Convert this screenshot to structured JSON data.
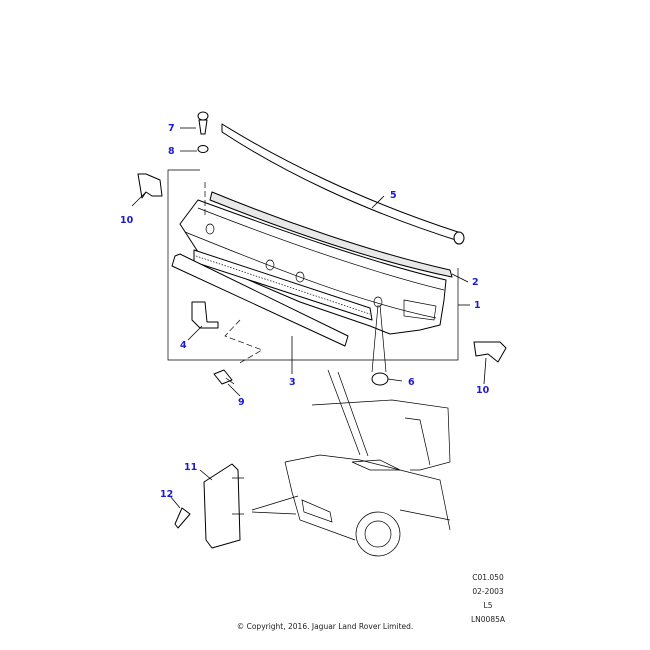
{
  "callouts": {
    "c1": "1",
    "c2": "2",
    "c3": "3",
    "c4": "4",
    "c5": "5",
    "c6": "6",
    "c7": "7",
    "c8": "8",
    "c9": "9",
    "c10a": "10",
    "c10b": "10",
    "c11": "11",
    "c12": "12"
  },
  "meta": {
    "code": "C01.050",
    "date": "02-2003",
    "level": "L5",
    "ref": "LN0085A"
  },
  "copyright": "© Copyright, 2016. Jaguar Land Rover Limited.",
  "colors": {
    "callout": "#1a1ad6",
    "line": "#000000"
  }
}
